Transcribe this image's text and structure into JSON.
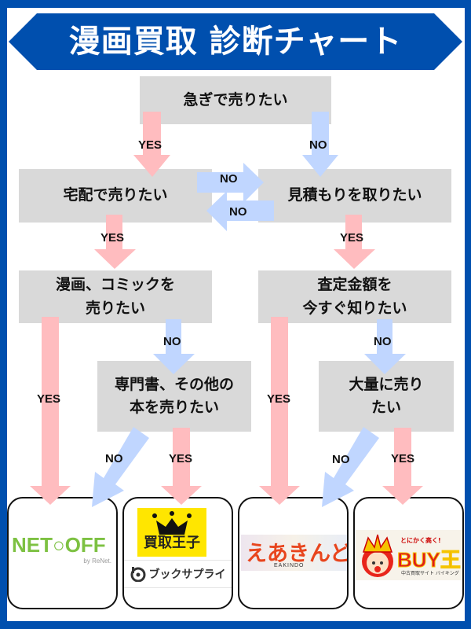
{
  "title": "漫画買取 診断チャート",
  "colors": {
    "frame": "#004fae",
    "banner": "#004fae",
    "box": "#d9d9d9",
    "yes_arrow": "#ffbcbf",
    "no_arrow": "#c0d6ff"
  },
  "questions": {
    "q1": "急ぎで売りたい",
    "q2": "宅配で売りたい",
    "q3": "見積もりを取りたい",
    "q4_line1": "漫画、コミックを",
    "q4_line2": "売りたい",
    "q5_line1": "査定金額を",
    "q5_line2": "今すぐ知りたい",
    "q6_line1": "専門書、その他の",
    "q6_line2": "本を売りたい",
    "q7_line1": "大量に売り",
    "q7_line2": "たい"
  },
  "labels": {
    "yes": "YES",
    "no": "NO"
  },
  "results": [
    {
      "name": "NETOFF",
      "logo_text": "NET○OFF",
      "sub": "by ReNet."
    },
    {
      "name": "買取王子",
      "logo_text": "買取王子",
      "sub": "ブックサプライ"
    },
    {
      "name": "えあきんど",
      "logo_text": "えあきんど",
      "sub": "EAKINDO"
    },
    {
      "name": "BUY王",
      "logo_text": "BUY王",
      "tagline": "とにかく高く!",
      "sub": "中古買取サイト バイキング"
    }
  ]
}
